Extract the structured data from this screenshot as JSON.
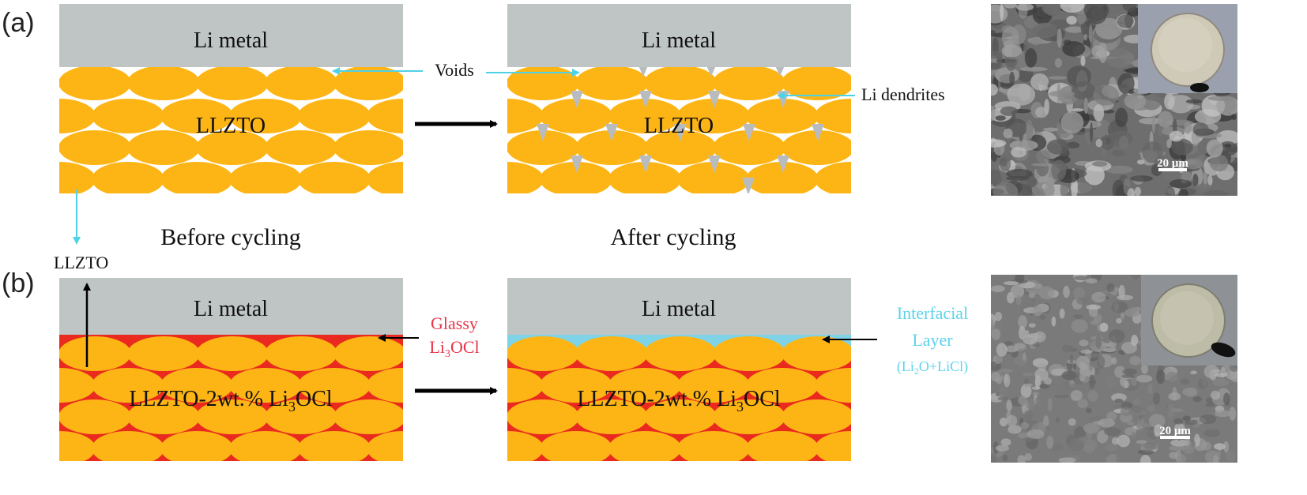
{
  "panel_a": {
    "label": "(a)",
    "before": {
      "metal": "Li metal",
      "electrolyte": "LLZTO",
      "caption": "Before cycling"
    },
    "after": {
      "metal": "Li metal",
      "electrolyte": "LLZTO",
      "caption": "After cycling"
    },
    "voids_label": "Voids",
    "dendrites_label": "Li dendrites",
    "llzto_pointer_label": "LLZTO",
    "sem_scale": "20 μm"
  },
  "panel_b": {
    "label": "(b)",
    "before": {
      "metal": "Li metal",
      "electrolyte_main": "LLZTO-2wt.% Li",
      "electrolyte_sub": "3",
      "electrolyte_end": "OCl"
    },
    "after": {
      "metal": "Li metal",
      "electrolyte_main": "LLZTO-2wt.% Li",
      "electrolyte_sub": "3",
      "electrolyte_end": "OCl"
    },
    "glassy_line1": "Glassy",
    "glassy_line2_main": "Li",
    "glassy_line2_sub": "3",
    "glassy_line2_end": "OCl",
    "interfacial_line1": "Interfacial",
    "interfacial_line2": "Layer",
    "interfacial_line3_a": "(Li",
    "interfacial_line3_sub": "2",
    "interfacial_line3_b": "O+LiCl)",
    "sem_scale": "20 μm"
  },
  "colors": {
    "li_metal": "#bfc4c4",
    "llzto": "#fdb515",
    "glassy": "#ea2a1e",
    "interfacial": "#7fd3e6",
    "dendrite": "#b9bcbe",
    "cyan_arrow": "#4fd1e6",
    "glassy_text": "#e8344a",
    "interfacial_text": "#5ed3ea"
  }
}
